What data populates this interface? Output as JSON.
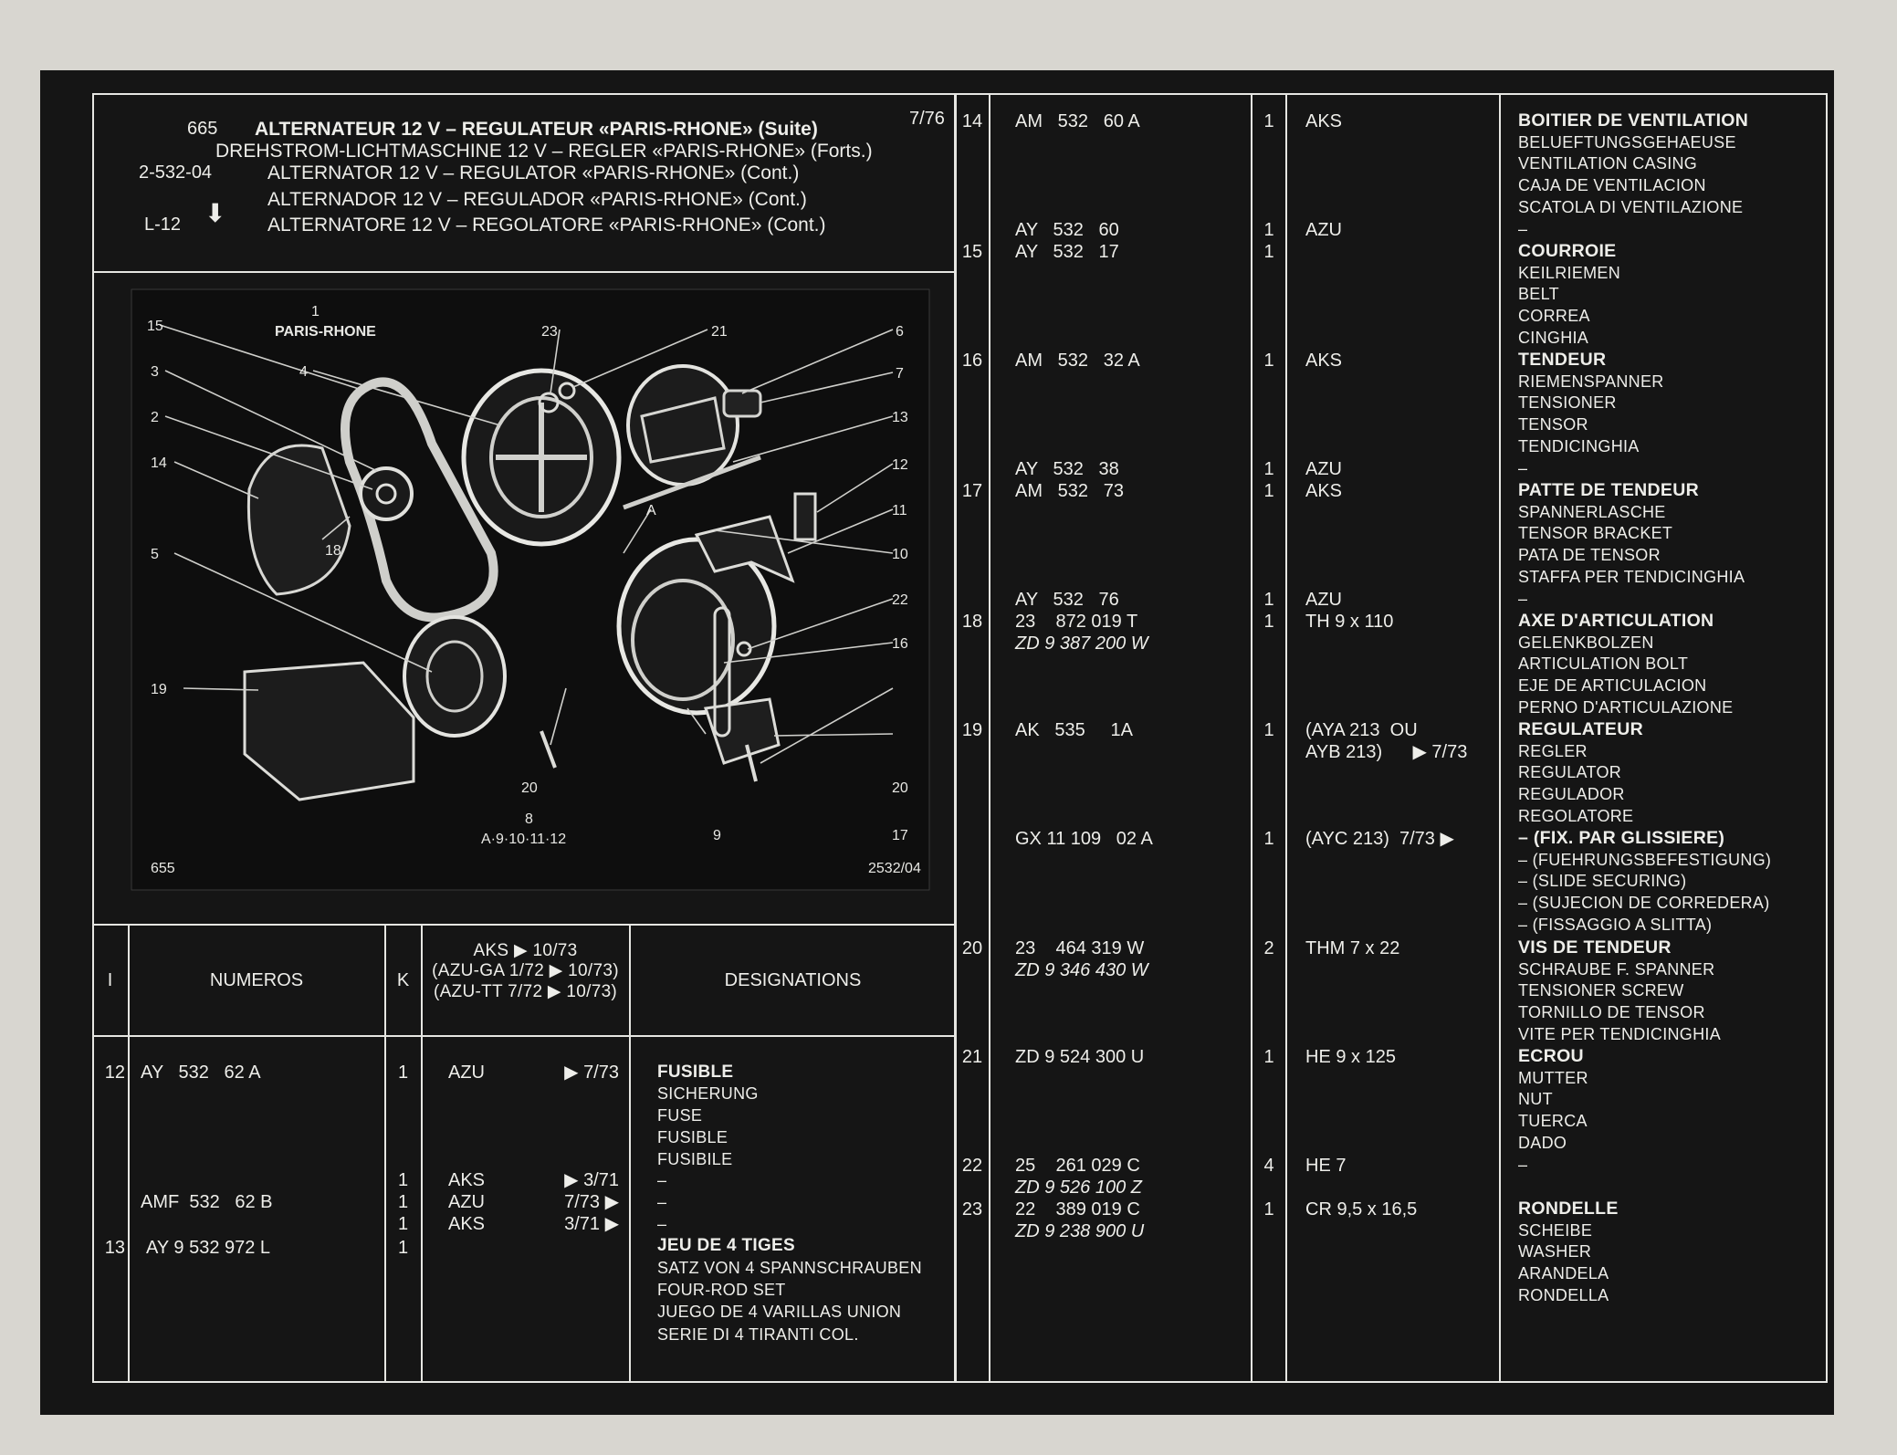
{
  "header": {
    "page_number": "665",
    "ref_code": "2-532-04",
    "location_code": "L-12",
    "edition": "7/76",
    "titles": [
      "ALTERNATEUR 12 V – REGULATEUR «PARIS-RHONE» (Suite)",
      "DREHSTROM-LICHTMASCHINE 12 V – REGLER «PARIS-RHONE» (Forts.)",
      "ALTERNATOR 12 V – REGULATOR «PARIS-RHONE» (Cont.)",
      "ALTERNADOR 12 V – REGULADOR «PARIS-RHONE» (Cont.)",
      "ALTERNATORE 12 V – REGOLATORE «PARIS-RHONE» (Cont.)"
    ]
  },
  "diagram": {
    "brand_label": "PARIS-RHONE",
    "brand_callout": "1",
    "group_label": "8",
    "group_sub": "A·9·10·11·12",
    "corner_left": "655",
    "corner_right": "2532/04",
    "callouts": [
      "15",
      "3",
      "2",
      "14",
      "5",
      "19",
      "4",
      "23",
      "21",
      "6",
      "7",
      "13",
      "12",
      "11",
      "A",
      "10",
      "18",
      "22",
      "16",
      "20",
      "20",
      "9",
      "17"
    ]
  },
  "table_header": {
    "col_index": "I",
    "col_numbers": "NUMEROS",
    "col_k": "K",
    "col_models": [
      "AKS ▶ 10/73",
      "(AZU-GA 1/72 ▶ 10/73)",
      "(AZU-TT 7/72 ▶ 10/73)"
    ],
    "col_designations": "DESIGNATIONS"
  },
  "left_rows": [
    {
      "ref": "12",
      "num": "AY   532   62 A",
      "k": "1",
      "model": "AZU",
      "date": "▶ 7/73",
      "des": [
        "FUSIBLE",
        "SICHERUNG",
        "FUSE",
        "FUSIBLE",
        "FUSIBILE"
      ]
    },
    {
      "k": "1",
      "model": "AKS",
      "date": "▶ 3/71",
      "des": [
        "–"
      ]
    },
    {
      "num": "AMF  532   62 B",
      "k": "1",
      "model": "AZU",
      "date": "7/73 ▶",
      "des": [
        "–"
      ]
    },
    {
      "k": "1",
      "model": "AKS",
      "date": "3/71 ▶",
      "des": [
        "–"
      ]
    },
    {
      "ref": "13",
      "num": "AY 9 532 972 L",
      "k": "1",
      "des": [
        "JEU DE 4 TIGES",
        "SATZ VON 4 SPANNSCHRAUBEN",
        "FOUR-ROD SET",
        "JUEGO DE 4 VARILLAS UNION",
        "SERIE DI 4 TIRANTI COL."
      ]
    }
  ],
  "right_rows": [
    {
      "ref": "14",
      "num": "AM   532   60 A",
      "k": "1",
      "model": "AKS",
      "des": [
        "BOITIER DE VENTILATION",
        "BELUEFTUNGSGEHAEUSE",
        "VENTILATION CASING",
        "CAJA DE VENTILACION",
        "SCATOLA DI VENTILAZIONE"
      ]
    },
    {
      "num": "AY   532   60",
      "k": "1",
      "model": "AZU",
      "des": [
        "–"
      ]
    },
    {
      "ref": "15",
      "num": "AY   532   17",
      "k": "1",
      "des": [
        "COURROIE",
        "KEILRIEMEN",
        "BELT",
        "CORREA",
        "CINGHIA"
      ]
    },
    {
      "ref": "16",
      "num": "AM   532   32 A",
      "k": "1",
      "model": "AKS",
      "des": [
        "TENDEUR",
        "RIEMENSPANNER",
        "TENSIONER",
        "TENSOR",
        "TENDICINGHIA"
      ]
    },
    {
      "num": "AY   532   38",
      "k": "1",
      "model": "AZU",
      "des": [
        "–"
      ]
    },
    {
      "ref": "17",
      "num": "AM   532   73",
      "k": "1",
      "model": "AKS",
      "des": [
        "PATTE DE TENDEUR",
        "SPANNERLASCHE",
        "TENSOR BRACKET",
        "PATA DE TENSOR",
        "STAFFA PER TENDICINGHIA"
      ]
    },
    {
      "num": "AY   532   76",
      "k": "1",
      "model": "AZU",
      "des": [
        "–"
      ]
    },
    {
      "ref": "18",
      "num": "23    872 019 T",
      "num2": "ZD 9 387 200 W",
      "k": "1",
      "model": "TH 9 x 110",
      "des": [
        "AXE D'ARTICULATION",
        "GELENKBOLZEN",
        "ARTICULATION BOLT",
        "EJE DE ARTICULACION",
        "PERNO D'ARTICULAZIONE"
      ]
    },
    {
      "ref": "19",
      "num": "AK   535     1A",
      "k": "1",
      "model": "(AYA 213  OU",
      "model2": "AYB 213)      ▶ 7/73",
      "des": [
        "REGULATEUR",
        "REGLER",
        "REGULATOR",
        "REGULADOR",
        "REGOLATORE"
      ]
    },
    {
      "num": "GX 11 109   02 A",
      "k": "1",
      "model": "(AYC 213)  7/73 ▶",
      "des": [
        "– (FIX. PAR GLISSIERE)",
        "– (FUEHRUNGSBEFESTIGUNG)",
        "– (SLIDE SECURING)",
        "– (SUJECION DE CORREDERA)",
        "– (FISSAGGIO A SLITTA)"
      ]
    },
    {
      "ref": "20",
      "num": "23    464 319 W",
      "num2": "ZD 9 346 430 W",
      "k": "2",
      "model": "THM 7 x 22",
      "des": [
        "VIS DE TENDEUR",
        "SCHRAUBE F. SPANNER",
        "TENSIONER SCREW",
        "TORNILLO  DE TENSOR",
        "VITE PER TENDICINGHIA"
      ]
    },
    {
      "ref": "21",
      "num": "ZD 9 524 300 U",
      "k": "1",
      "model": "HE 9 x 125",
      "des": [
        "ECROU",
        "MUTTER",
        "NUT",
        "TUERCA",
        "DADO"
      ]
    },
    {
      "ref": "22",
      "num": "25    261 029 C",
      "num2": "ZD 9 526 100 Z",
      "k": "4",
      "model": "HE 7",
      "des": [
        "–"
      ]
    },
    {
      "ref": "23",
      "num": "22    389 019 C",
      "num2": "ZD 9 238 900 U",
      "k": "1",
      "model": "CR 9,5 x 16,5",
      "des": [
        "RONDELLE",
        "SCHEIBE",
        "WASHER",
        "ARANDELA",
        "RONDELLA"
      ]
    }
  ]
}
